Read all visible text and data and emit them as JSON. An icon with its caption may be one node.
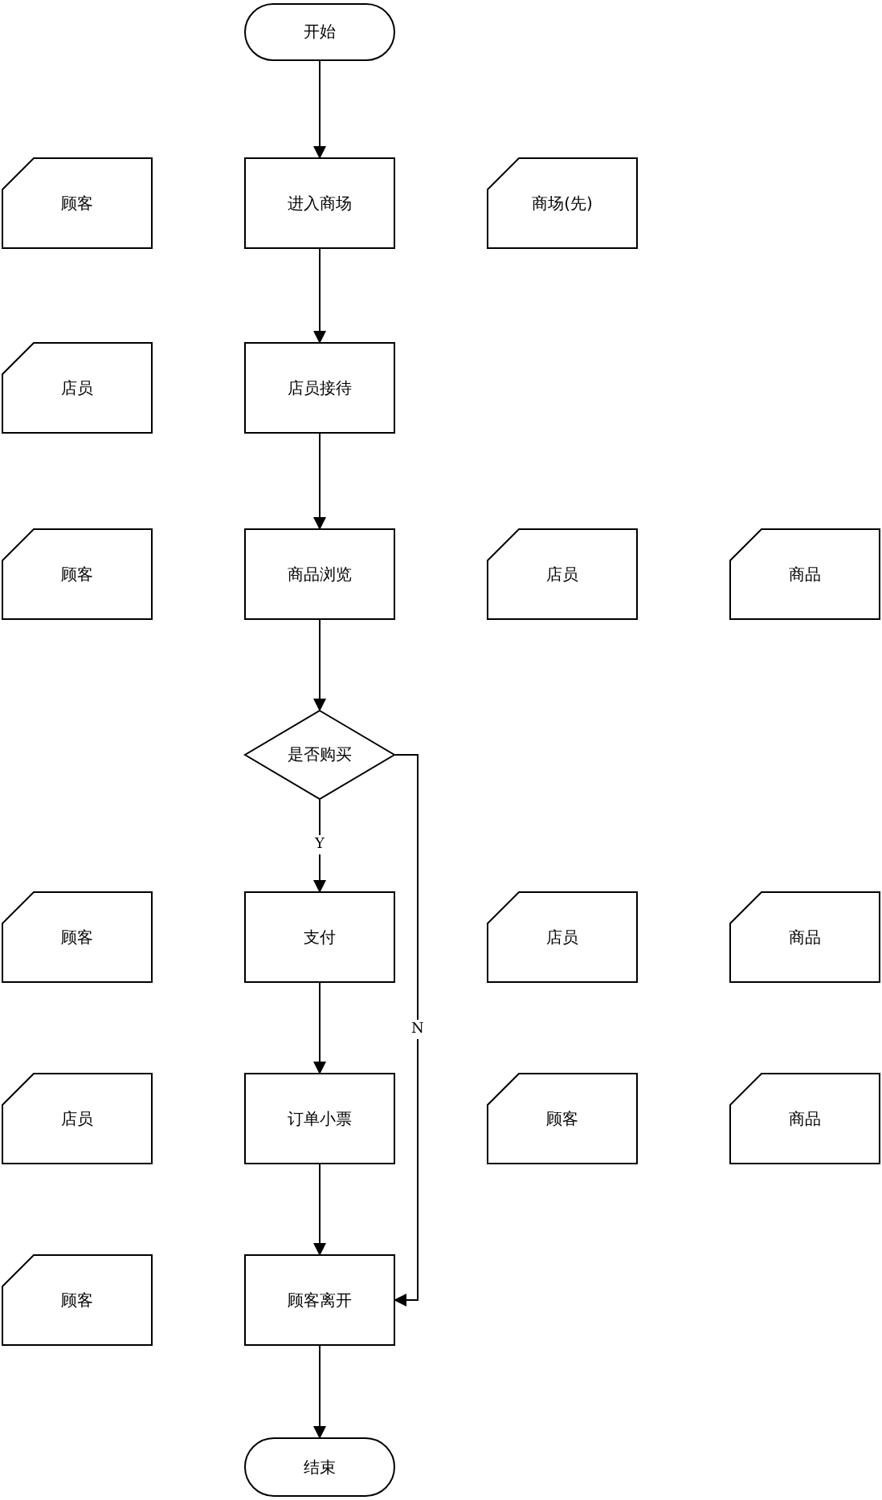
{
  "diagram": {
    "nodes": [
      {
        "text": [
          "开始"
        ]
      },
      {
        "text": [
          "顾客"
        ]
      },
      {
        "text": [
          "进入商场"
        ]
      },
      {
        "text": [
          "商场(先)"
        ]
      },
      {
        "text": [
          "店员"
        ]
      },
      {
        "text": [
          "店员接待"
        ]
      },
      {
        "text": [
          "顾客"
        ]
      },
      {
        "text": [
          "商品浏览"
        ]
      },
      {
        "text": [
          "店员"
        ]
      },
      {
        "text": [
          "商品"
        ]
      },
      {
        "text": [
          "是否购买"
        ]
      },
      {
        "text": [
          "顾客"
        ]
      },
      {
        "text": [
          "支付"
        ]
      },
      {
        "text": [
          "店员"
        ]
      },
      {
        "text": [
          "商品"
        ]
      },
      {
        "text": [
          "店员"
        ]
      },
      {
        "text": [
          "订单小票"
        ]
      },
      {
        "text": [
          "顾客"
        ]
      },
      {
        "text": [
          "商品"
        ]
      },
      {
        "text": [
          "顾客"
        ]
      },
      {
        "text": [
          "顾客离开"
        ]
      },
      {
        "text": [
          "结束"
        ]
      }
    ],
    "edges": [
      {
        "from": 0,
        "to": 2,
        "arrow": "to"
      },
      {
        "from": 2,
        "to": 5,
        "arrow": "to"
      },
      {
        "from": 5,
        "to": 7,
        "arrow": "to"
      },
      {
        "from": 7,
        "to": 10,
        "arrow": "to"
      },
      {
        "from": 10,
        "to": 12,
        "arrow": "to",
        "label": "Y"
      },
      {
        "from": 12,
        "to": 16,
        "arrow": "to"
      },
      {
        "from": 16,
        "to": 20,
        "arrow": "to"
      },
      {
        "from": 10,
        "to": 20,
        "arrow": "to",
        "label": "N"
      },
      {
        "from": 20,
        "to": 21,
        "arrow": "to"
      }
    ]
  }
}
